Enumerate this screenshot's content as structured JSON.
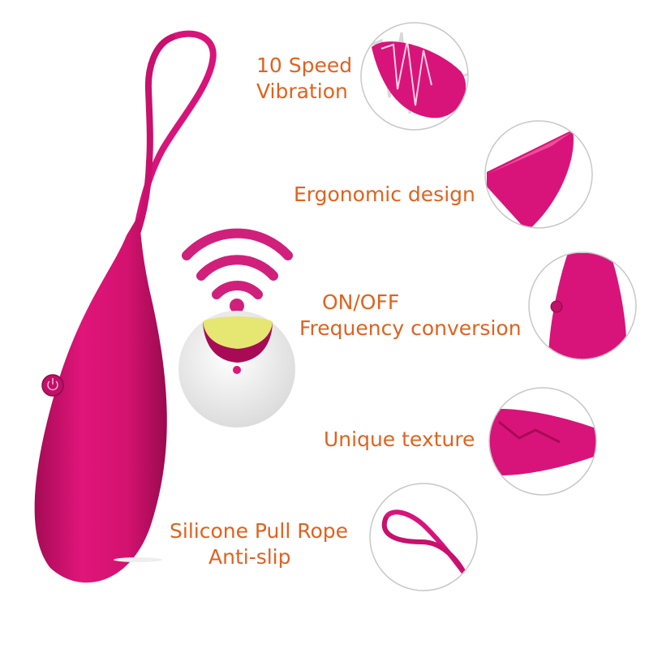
{
  "colors": {
    "product": "#e0157a",
    "product_dark": "#a80a55",
    "accent_text": "#e0621f",
    "signal_yellow": "#e8e86a",
    "circle_border": "#c8c8c8"
  },
  "features": [
    {
      "icon": "egg-closeup-icon",
      "lines": [
        "10 Speed",
        "Vibration"
      ]
    },
    {
      "icon": "tip-closeup-icon",
      "lines": [
        "Ergonomic design"
      ]
    },
    {
      "icon": "power-button-closeup-icon",
      "lines": [
        "ON/OFF",
        "Frequency conversion"
      ]
    },
    {
      "icon": "texture-closeup-icon",
      "lines": [
        "Unique texture"
      ]
    },
    {
      "icon": "rope-closeup-icon",
      "lines": [
        "Silicone Pull Rope",
        "Anti-slip"
      ]
    }
  ]
}
